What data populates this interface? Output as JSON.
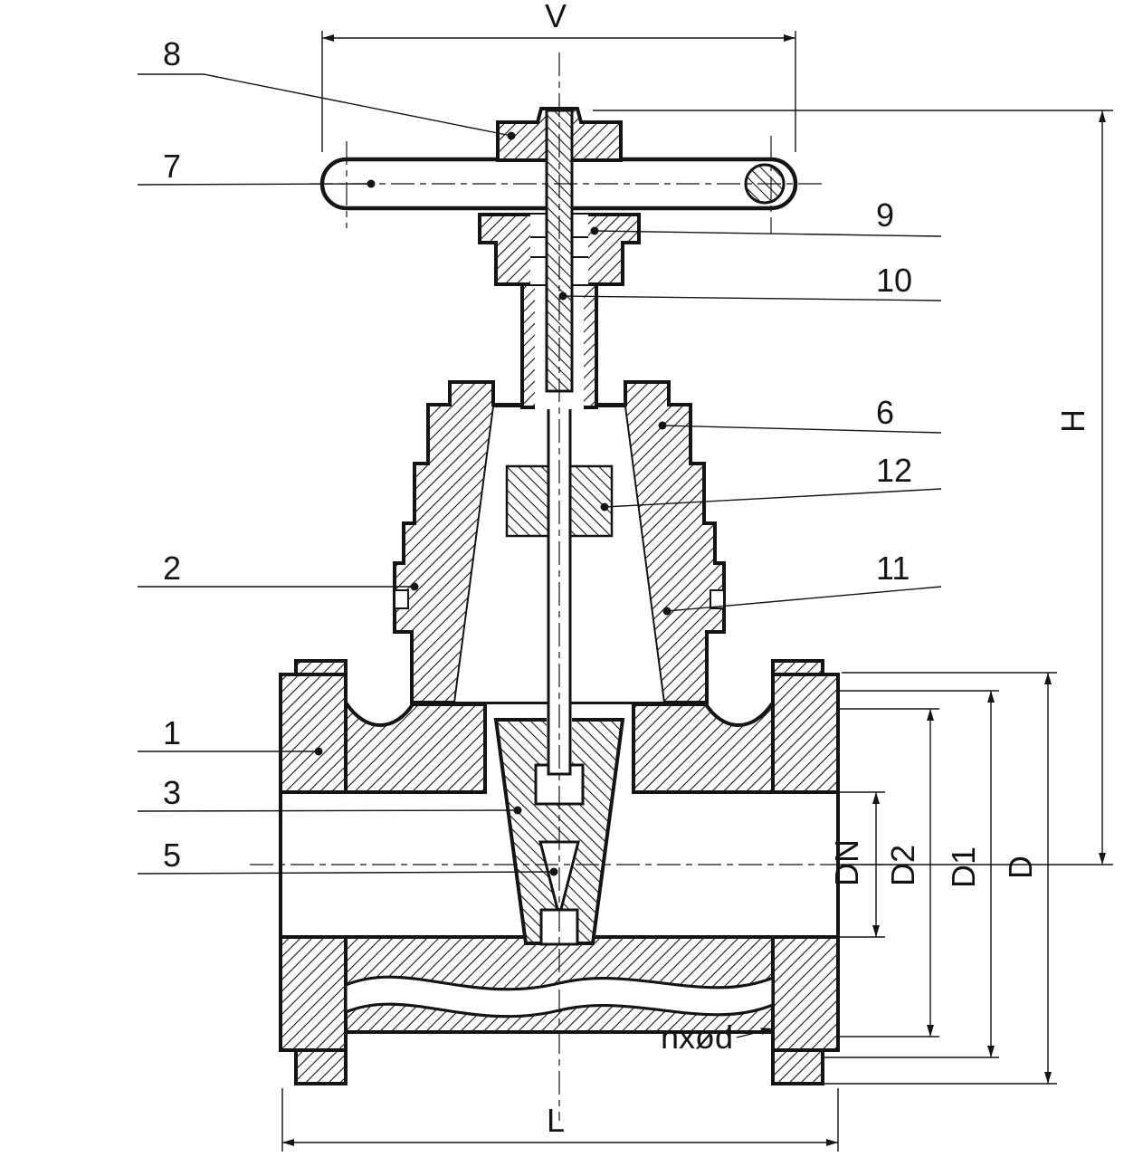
{
  "drawing": {
    "subject": "gate-valve-sectional-drawing"
  },
  "callouts": {
    "n1": "1",
    "n2": "2",
    "n3": "3",
    "n5": "5",
    "n6": "6",
    "n7": "7",
    "n8": "8",
    "n9": "9",
    "n10": "10",
    "n11": "11",
    "n12": "12"
  },
  "dimensions": {
    "v": "V",
    "h": "H",
    "l": "L",
    "d": "D",
    "d1": "D1",
    "d2": "D2",
    "dn": "DN",
    "bolt_holes": "nxød"
  },
  "colors": {
    "ink": "#141414",
    "paper": "#ffffff"
  }
}
